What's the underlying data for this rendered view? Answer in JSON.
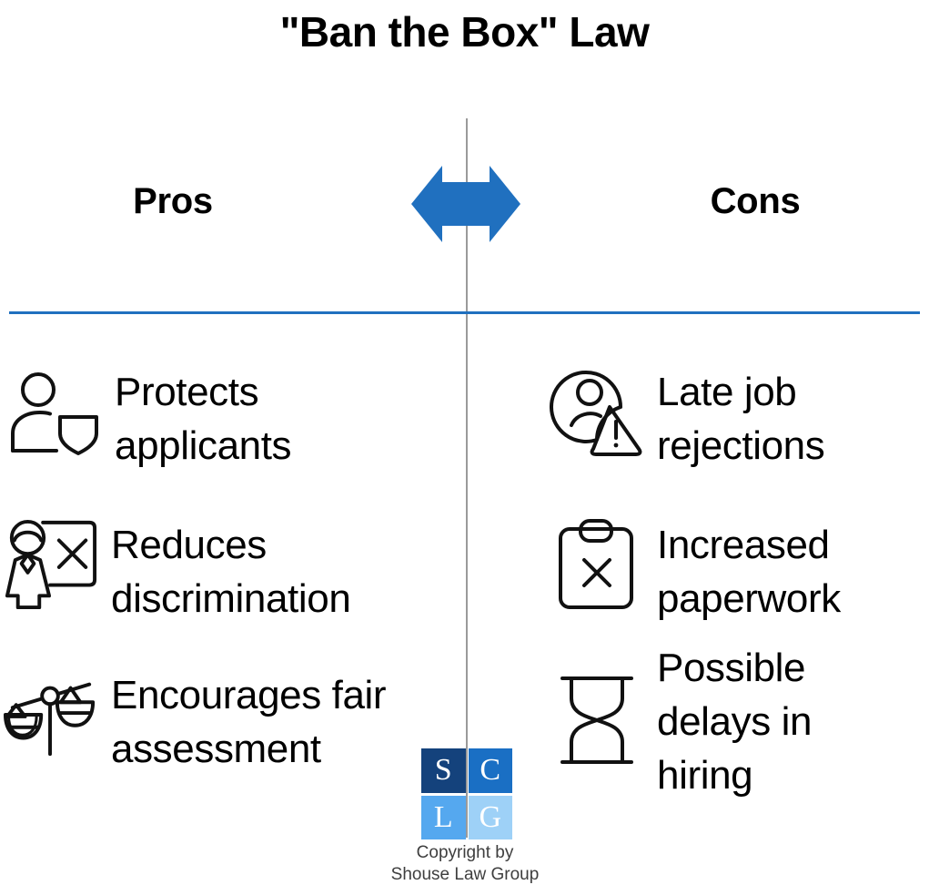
{
  "title": "\"Ban the Box\" Law",
  "columns": {
    "pros_header": "Pros",
    "cons_header": "Cons"
  },
  "center": {
    "arrow_icon": "double-headed-arrow-icon",
    "arrow_color": "#2070bf",
    "vertical_divider_color": "#9a9a9a",
    "horizontal_divider_color": "#2070bf"
  },
  "pros": [
    {
      "icon": "person-shield-icon",
      "label": "Protects\napplicants"
    },
    {
      "icon": "person-no-discrimination-icon",
      "label": "Reduces\ndiscrimination"
    },
    {
      "icon": "balance-scales-icon",
      "label": "Encourages fair\nassessment"
    }
  ],
  "cons": [
    {
      "icon": "person-warning-icon",
      "label": "Late job\nrejections"
    },
    {
      "icon": "clipboard-x-icon",
      "label": "Increased\npaperwork"
    },
    {
      "icon": "hourglass-icon",
      "label": "Possible\ndelays in\nhiring"
    }
  ],
  "logo": {
    "name": "shouse-law-group-logo",
    "cells": [
      {
        "letter": "S",
        "color": "#14427c"
      },
      {
        "letter": "C",
        "color": "#1a6fc4"
      },
      {
        "letter": "L",
        "color": "#55a8ef"
      },
      {
        "letter": "G",
        "color": "#9ed1f7"
      }
    ]
  },
  "copyright": "Copyright by\nShouse Law Group"
}
